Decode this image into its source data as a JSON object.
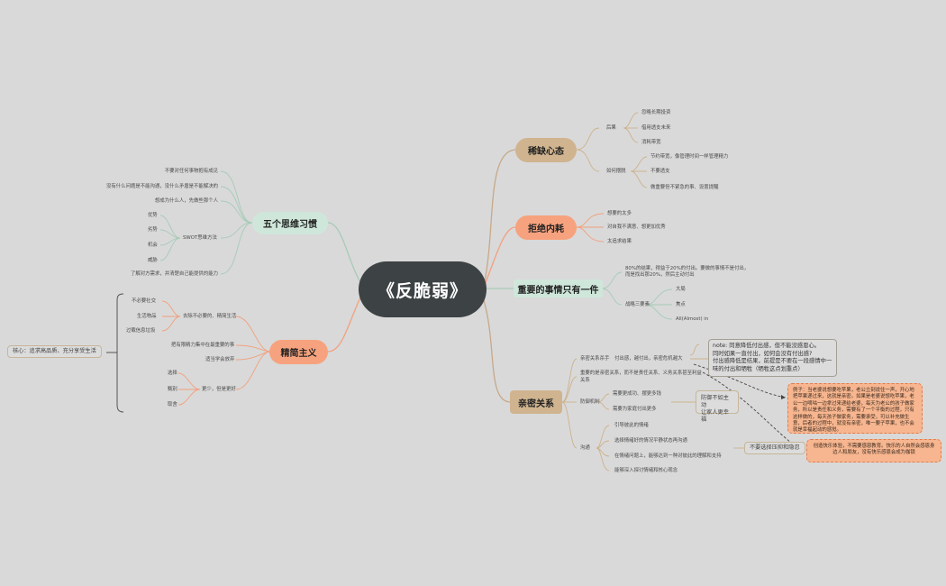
{
  "center": "《反脆弱》",
  "branches": {
    "b1": "稀缺心态",
    "b2": "拒绝内耗",
    "b3": "重要的事情只有一件",
    "b4": "亲密关系",
    "b5": "五个思维习惯",
    "b6": "精简主义"
  },
  "scarcity": {
    "g1": "后果",
    "g1_items": [
      "忽略长期投资",
      "借用透支未来",
      "消耗带宽"
    ],
    "g2": "如何摆脱",
    "g2_items": [
      "节约带宽，像管理时间一样管理精力",
      "不要透支",
      "做重要但不紧急的事、设置提醒"
    ]
  },
  "internal": [
    "想要的太多",
    "对自我不满意、想更加优秀",
    "太追求结果"
  ],
  "oneThing": {
    "desc": [
      "80%的结果，得益于20%的付出。要做的事情不是付出，",
      "而是找出那20%，然后主动付出"
    ],
    "g": "战略三要素",
    "items": [
      "大局",
      "焦点",
      "All(Almost) in"
    ]
  },
  "intimacy": {
    "i1": "亲密关系杀手",
    "i1_desc": "付出感，越付出，亲密危机越大",
    "i2": [
      "重要的是亲密关系，而不是责任关系、义务关系甚至利益",
      "关系"
    ],
    "i3": "防御机制",
    "i3_items": [
      "需要更成功、摆更多钱",
      "需要为家庭付出更多"
    ],
    "i3_right": [
      "防御不如主动",
      "让家人更幸福"
    ],
    "i4": "沟通",
    "i4_items": [
      "引导彼此的情绪",
      "选择情绪好的情况平静状态再沟通",
      "在情绪问题上，能够达到一种对彼此的理解和支持",
      "能够深入探讨情绪和核心观念"
    ],
    "i4_right": "不要选择压抑和隐忍",
    "note": [
      "note: 同意降低付出感，但不能没感恩心。",
      "同时如果一直付出，如何会没有付出感?",
      "付出感降低是结果，前提是不要在一段感情中一",
      "味的付出和牺牲（牺牲这点划重点）"
    ],
    "example": "例子：当老婆说想要吃苹果，老公立刻说住一声，开心地把苹果递过来，这就是亲密。如果是老婆说想吃苹果，老公一边嘀咕一边拿过来递给老婆，每天为老公的孩子做家务，所以是责任和义务，需要有了一个平衡的过程，只有这样做的，每天孩子做家务，需要承受，可以补充做生意，后者的过程中，就没有亲密，唯一要子苹果，也不会就是幸福起动的感觉。",
    "example2": "创造快乐体验，不需要感恩教育。快乐的人自然会感恩身边人和朋友，没有快乐感恩会成为枷锁"
  },
  "habits": {
    "items": [
      "不要对任何事物抱有成见",
      "没有什么问题是不能沟通，没什么矛盾是不能解决的",
      "想成为什么人，先做些那个人",
      "了解对方需求，并清楚自己能提供的能力"
    ],
    "swot": "SWOT思维方法",
    "swot_items": [
      "优势",
      "劣势",
      "机会",
      "威胁"
    ]
  },
  "minimal": {
    "core": "核心：追求高品质、充分享受生活",
    "g1": "去除不必要的、精简生活",
    "g1_items": [
      "不必要社交",
      "生活物品",
      "过载信息垃圾"
    ],
    "g2": "把有限精力集中在最重要的事",
    "g3": "适当学会放弃",
    "g4": "更少，但是更好",
    "g4_items": [
      "选择",
      "甄别",
      "取舍"
    ]
  },
  "colors": {
    "background": "#d9d9d9",
    "center": "#3d4244",
    "scarcity": "#cfb48f",
    "internal": "#f7a27e",
    "oneThing": "#cfe7db",
    "intimacy": "#cfb48f",
    "habits": "#cfe7db",
    "minimal": "#f7a27e",
    "example": "#f7b68f"
  }
}
